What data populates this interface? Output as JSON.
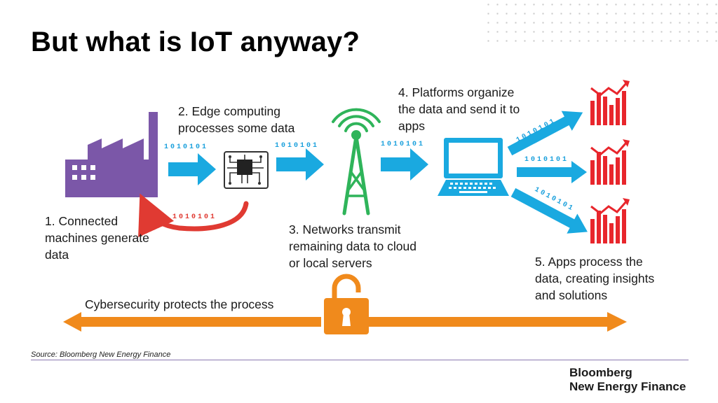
{
  "title": "But what is IoT anyway?",
  "steps": {
    "s1": "1. Connected\nmachines generate\ndata",
    "s2": "2. Edge computing\nprocesses some data",
    "s3": "3. Networks transmit\nremaining data to cloud\nor local servers",
    "s4": "4. Platforms organize\nthe data and send it to\napps",
    "s5": "5. Apps process the\ndata, creating insights\nand solutions"
  },
  "binary": "1010101",
  "security_label": "Cybersecurity protects the process",
  "source": "Source: Bloomberg New Energy Finance",
  "brand": "Bloomberg\nNew Energy Finance",
  "icons": [
    "factory-icon",
    "chip-icon",
    "antenna-tower-icon",
    "laptop-icon",
    "bar-chart-icon",
    "padlock-icon"
  ],
  "colors": {
    "factory": "#7b57a8",
    "arrow": "#1aa9e0",
    "feedback": "#e03a32",
    "chart": "#e8262c",
    "security": "#f08a1c",
    "bits": "#1aa0dc",
    "tower": "#2fb45a"
  }
}
